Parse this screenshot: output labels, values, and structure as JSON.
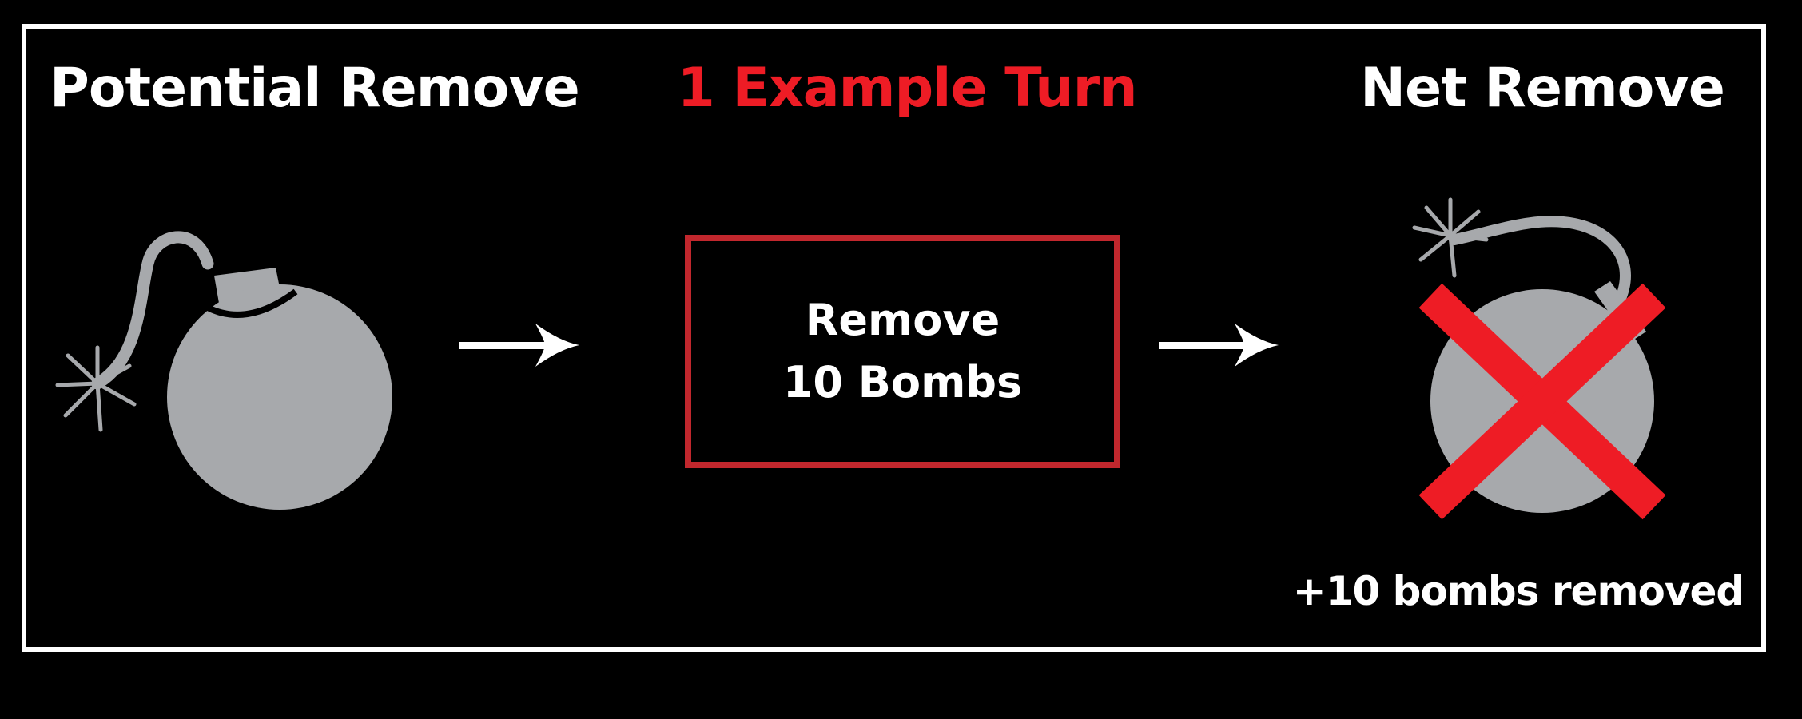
{
  "headings": {
    "left": "Potential Remove",
    "center": "1 Example Turn",
    "right": "Net Remove"
  },
  "action_box": {
    "line1": "Remove",
    "line2": "10 Bombs"
  },
  "result_text": "+10 bombs removed",
  "icons": {
    "bomb_left": "bomb-icon",
    "arrow_1": "arrow-right-icon",
    "arrow_2": "arrow-right-icon",
    "bomb_right": "bomb-crossed-icon"
  },
  "colors": {
    "background": "#000000",
    "frame": "#ffffff",
    "bomb": "#a7a9ac",
    "accent_red": "#ee1c25",
    "box_border": "#c1272d"
  }
}
